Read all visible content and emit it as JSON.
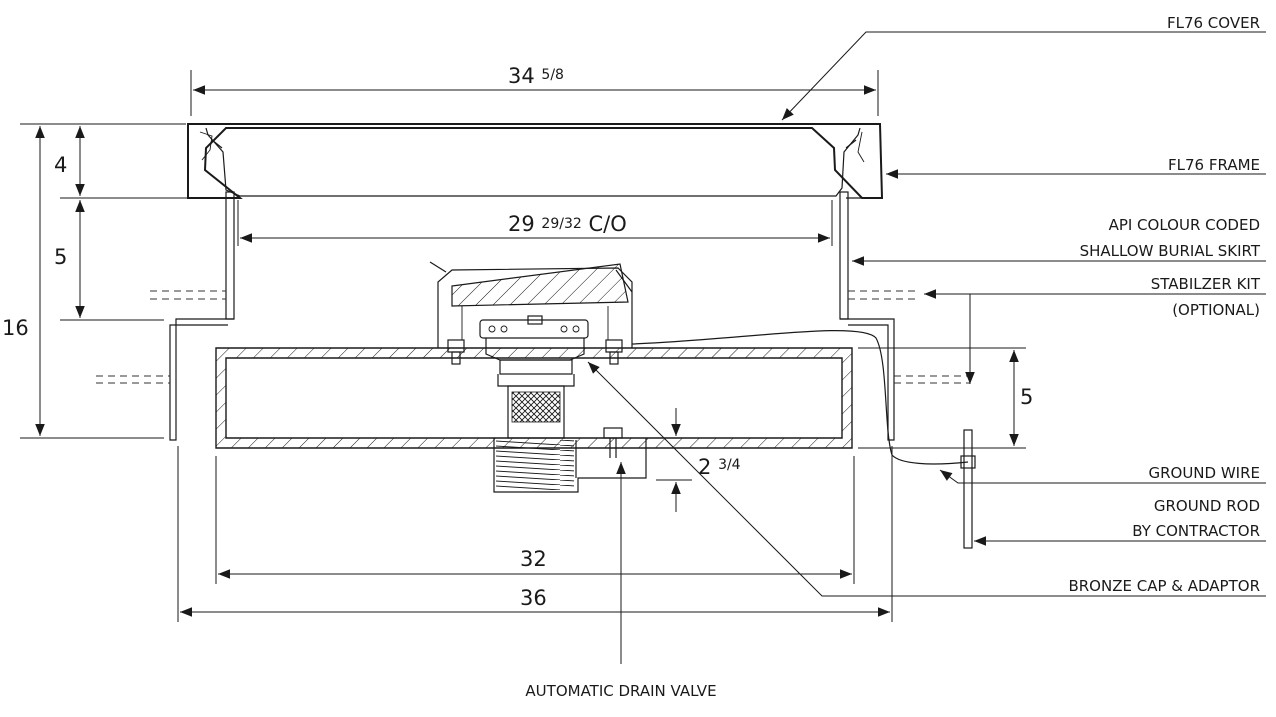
{
  "labels": {
    "cover": "FL76 COVER",
    "frame": "FL76 FRAME",
    "skirt_line1": "API COLOUR CODED",
    "skirt_line2": "SHALLOW  BURIAL SKIRT",
    "stabilizer_line1": "STABILZER KIT",
    "stabilizer_line2": "(OPTIONAL)",
    "ground_wire": "GROUND WIRE",
    "ground_rod_line1": "GROUND ROD",
    "ground_rod_line2": "BY CONTRACTOR",
    "bronze_cap": "BRONZE CAP & ADAPTOR",
    "drain_valve": "AUTOMATIC DRAIN VALVE"
  },
  "dimensions": {
    "top_width_whole": "34",
    "top_width_frac": "5/8",
    "clear_opening_whole": "29",
    "clear_opening_frac": "29/32",
    "clear_opening_suffix": "C/O",
    "frame_height": "4",
    "skirt_height": "5",
    "total_height": "16",
    "tank_height": "5",
    "drain_drop_whole": "2",
    "drain_drop_frac": "3/4",
    "tank_width": "32",
    "base_width": "36"
  }
}
